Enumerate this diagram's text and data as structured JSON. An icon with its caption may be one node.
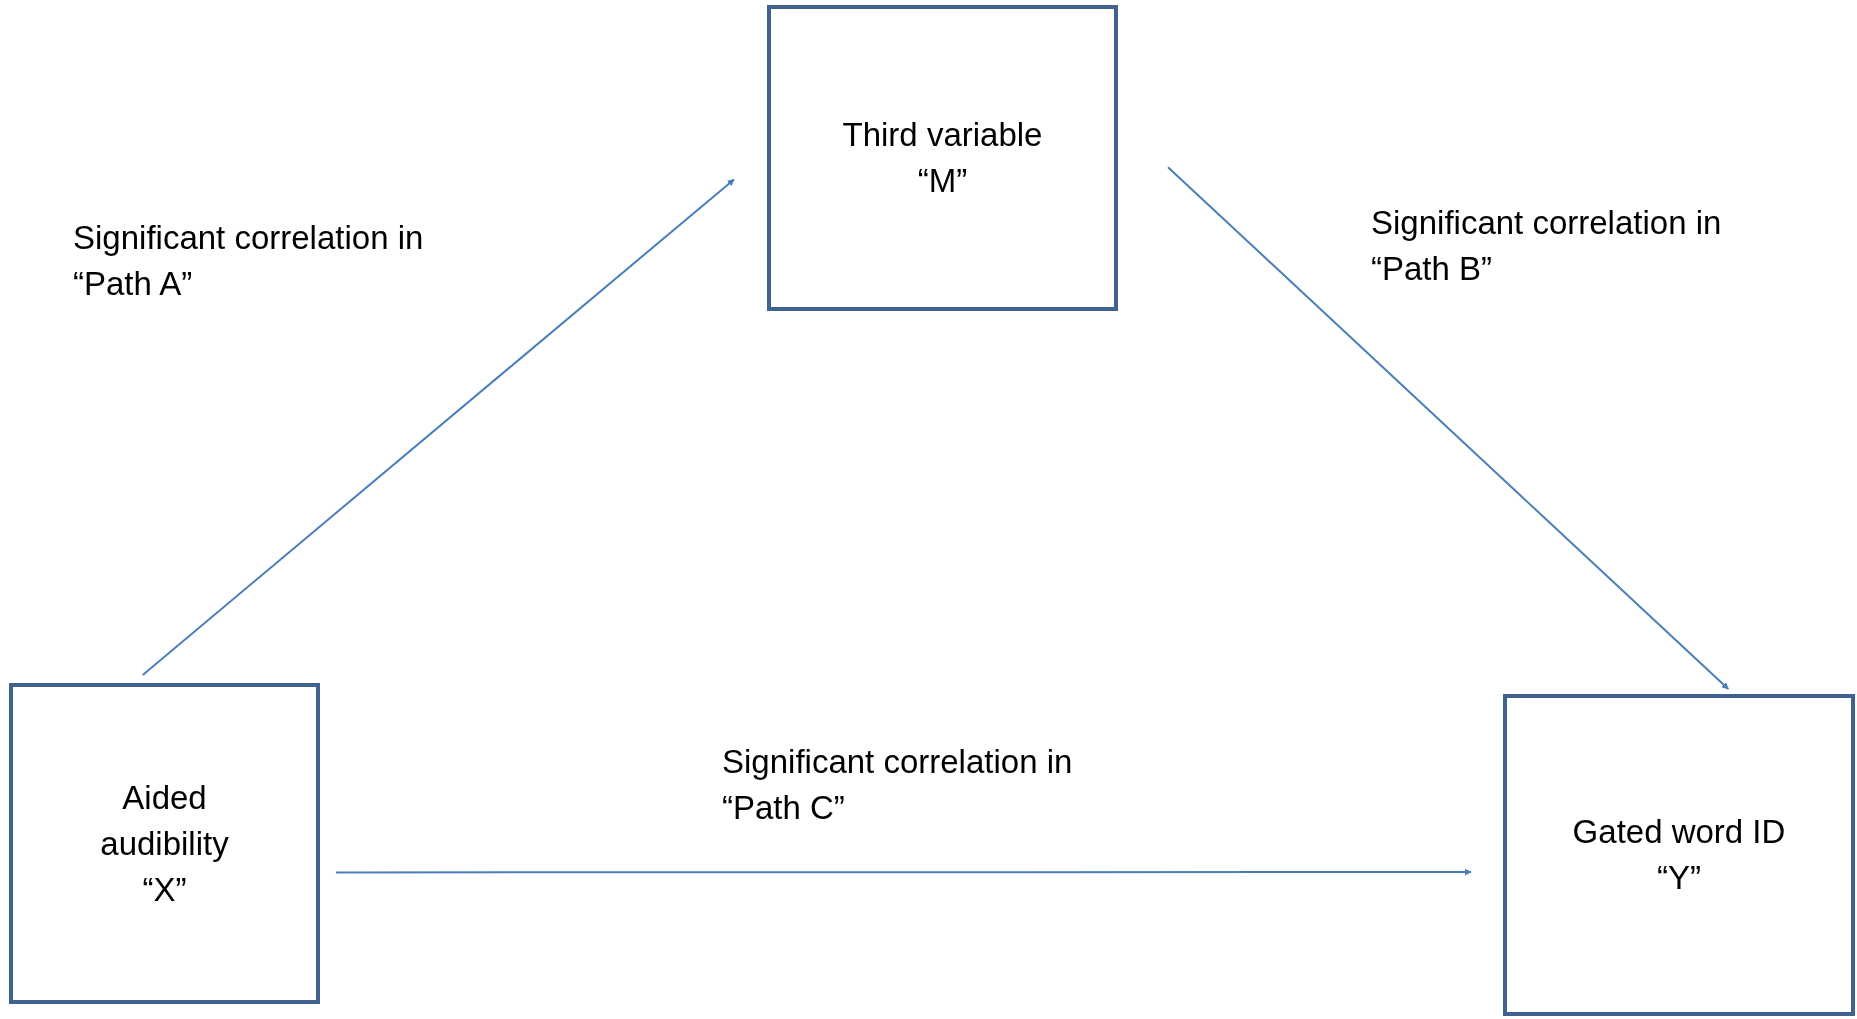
{
  "diagram": {
    "nodes": [
      {
        "text": [
          "Third variable “M”"
        ]
      },
      {
        "text": [
          "Aided audibility “X”"
        ]
      },
      {
        "text": [
          "Gated word ID “Y”"
        ]
      }
    ],
    "edges": [
      {
        "from": 1,
        "to": 0,
        "arrow": "to",
        "label": "Significant correlation in “Path A”"
      },
      {
        "from": 0,
        "to": 2,
        "arrow": "to",
        "label": "Significant correlation in “Path B”"
      },
      {
        "from": 1,
        "to": 2,
        "arrow": "to",
        "label": "Significant correlation in “Path C”"
      }
    ]
  }
}
